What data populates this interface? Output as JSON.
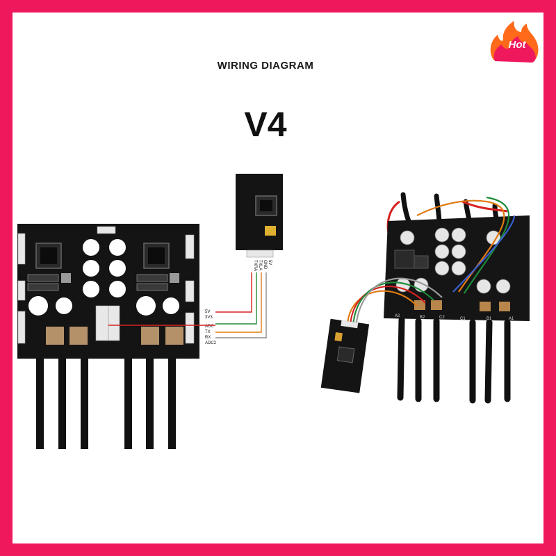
{
  "badge": {
    "label": "Hot",
    "color": "#f0185c"
  },
  "title": "WIRING DIAGRAM",
  "version": "V4",
  "left_pins": [
    "5V",
    "3V3",
    "",
    "ADC",
    "TX",
    "RX",
    "ADC2"
  ],
  "module_pins": [
    "TXRA",
    "TXLA",
    "GND",
    "5V"
  ],
  "right_board_labels": [
    "A2",
    "B2",
    "C2",
    "C1",
    "B1",
    "A1"
  ],
  "colors": {
    "frame": "#f0185c",
    "board": "#141414",
    "red_wire": "#d62020",
    "green_wire": "#1f8a3a",
    "orange_wire": "#e07a12"
  }
}
